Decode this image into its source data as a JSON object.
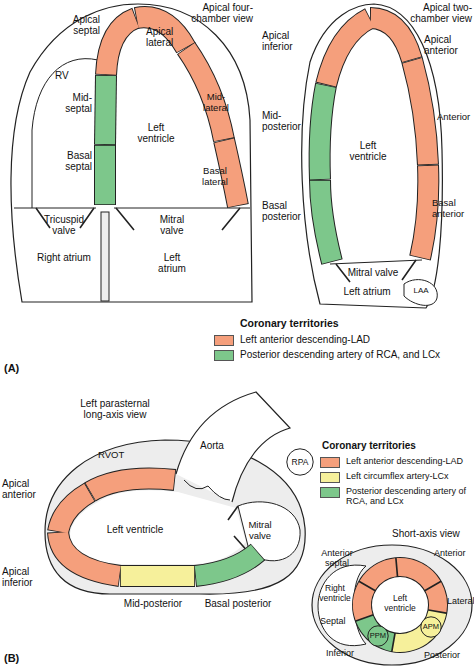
{
  "diagram": {
    "nodes": [
      {
        "text": [
          "RPA"
        ]
      },
      {
        "text": [
          "APM"
        ]
      },
      {
        "text": [
          "PPM"
        ]
      }
    ],
    "labels": [
      "Apical four-chamber view",
      "Apical septal",
      "Apical lateral",
      "Mid-lateral",
      "RV",
      "Mid-septal",
      "Left ventricle",
      "Basal septal",
      "Basal lateral",
      "Tricuspid valve",
      "Mitral valve",
      "Right atrium",
      "Left atrium",
      "Apical two-chamber view",
      "Apical inferior",
      "Apical anterior",
      "Mid-posterior",
      "Left ventricle",
      "Anterior",
      "Basal posterior",
      "Basal anterior",
      "Mitral valve",
      "LAA",
      "Left atrium",
      "Coronary territories",
      "(A)",
      "Left parasternal long-axis view",
      "Coronary territories",
      "RVOT",
      "Aorta",
      "Apical anterior",
      "Left ventricle",
      "Mitral valve",
      "Apical inferior",
      "Mid-posterior",
      "Basal posterior",
      "Short-axis view",
      "Anterior septal",
      "Anterior",
      "Right ventricle",
      "Left ventricle",
      "Septal",
      "Lateral",
      "Inferior",
      "Posterior",
      "(B)"
    ],
    "legend": [
      {
        "text": "Left anterior descending-LAD",
        "color": "#f59f7c"
      },
      {
        "text": "Posterior descending artery of RCA, and LCx",
        "color": "#7dc78b"
      },
      {
        "text": "Left anterior descending-LAD",
        "color": "#f59f7c"
      },
      {
        "text": "Left circumflex artery-LCx",
        "color": "#f6f09b"
      },
      {
        "text": "Posterior descending artery of RCA, and LCx",
        "color": "#7dc78b"
      }
    ]
  }
}
